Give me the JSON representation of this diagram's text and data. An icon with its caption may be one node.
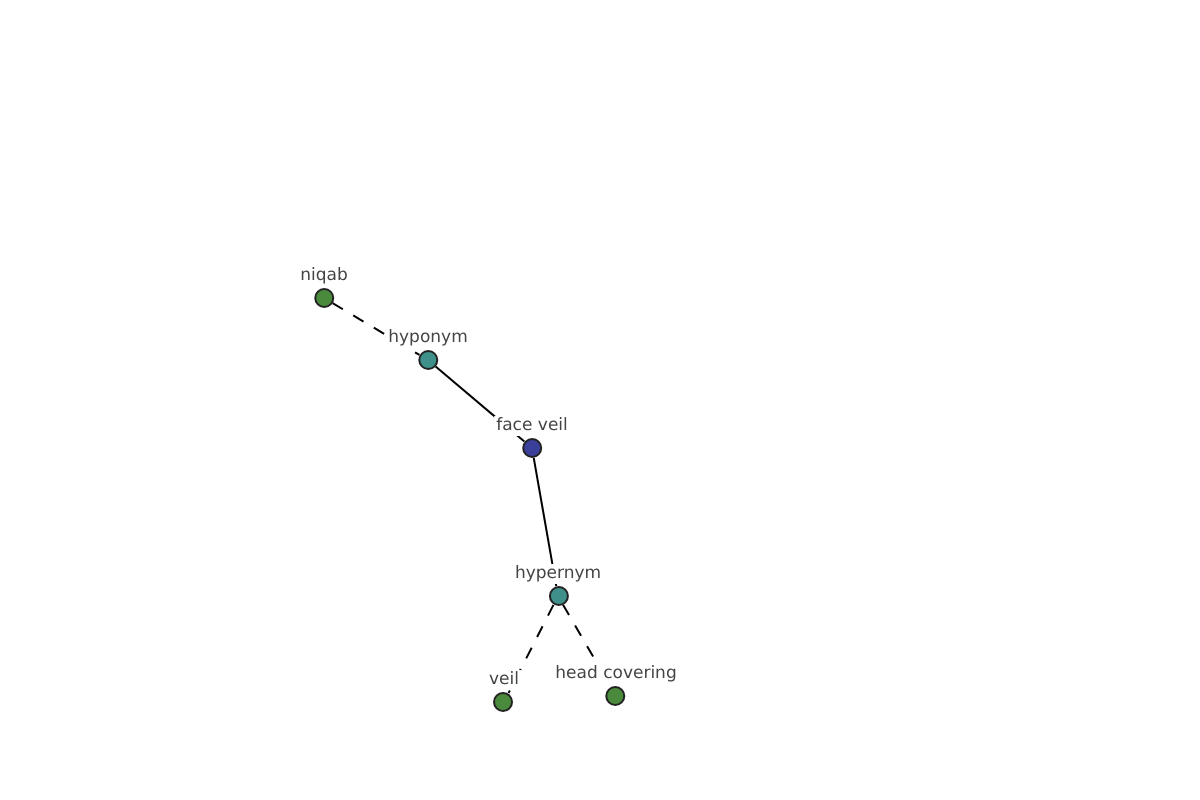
{
  "diagram": {
    "nodes": [
      {
        "text": [
          "niqab"
        ]
      },
      {
        "text": [
          "hyponym"
        ]
      },
      {
        "text": [
          "face veil"
        ]
      },
      {
        "text": [
          "hypernym"
        ]
      },
      {
        "text": [
          "veil"
        ]
      },
      {
        "text": [
          "head covering"
        ]
      }
    ],
    "edges": [
      {
        "from": 0,
        "to": 1,
        "arrow": "none",
        "style": "dashed"
      },
      {
        "from": 1,
        "to": 2,
        "arrow": "none"
      },
      {
        "from": 2,
        "to": 3,
        "arrow": "none"
      },
      {
        "from": 3,
        "to": 4,
        "arrow": "none",
        "style": "dashed"
      },
      {
        "from": 3,
        "to": 5,
        "arrow": "none",
        "style": "dashed"
      }
    ]
  }
}
